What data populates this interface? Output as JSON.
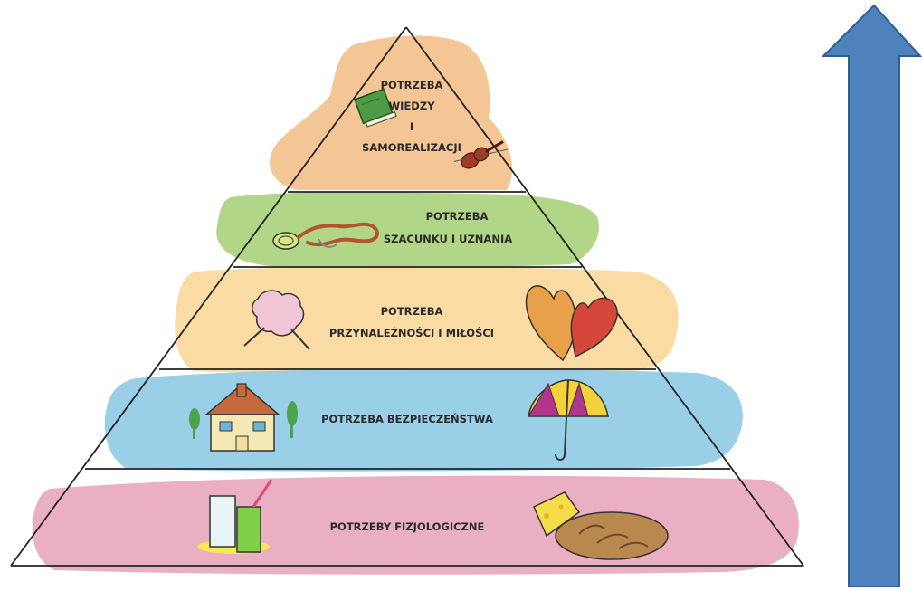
{
  "pyramid": {
    "levels": [
      {
        "id": "top",
        "lines": [
          "POTRZEBA",
          "WIEDZY",
          "I",
          "SAMOREALIZACJI"
        ],
        "band_color": "#f4c08a",
        "icons": [
          "book-icon",
          "violin-icon"
        ]
      },
      {
        "id": "esteem",
        "lines": [
          "POTRZEBA",
          "SZACUNKU I UZNANIA"
        ],
        "band_color": "#a9d27a",
        "icons": [
          "medal-ribbon-icon"
        ]
      },
      {
        "id": "belonging",
        "lines": [
          "POTRZEBA",
          "PRZYNALEŻNOŚCI I MIŁOŚCI"
        ],
        "band_color": "#f9d79a",
        "icons": [
          "handshake-icon",
          "hearts-icon"
        ]
      },
      {
        "id": "safety",
        "lines": [
          "POTRZEBA BEZPIECZEŃSTWA"
        ],
        "band_color": "#8ecbe6",
        "icons": [
          "house-icon",
          "umbrella-icon"
        ]
      },
      {
        "id": "physiological",
        "lines": [
          "POTRZEBY FIZJOLOGICZNE"
        ],
        "band_color": "#e8a6bb",
        "icons": [
          "drinks-icon",
          "cheese-bread-icon"
        ]
      }
    ],
    "outline_color": "#222222"
  },
  "arrow": {
    "direction": "up",
    "fill_color": "#4f81bd",
    "stroke_color": "#2f5f93"
  }
}
